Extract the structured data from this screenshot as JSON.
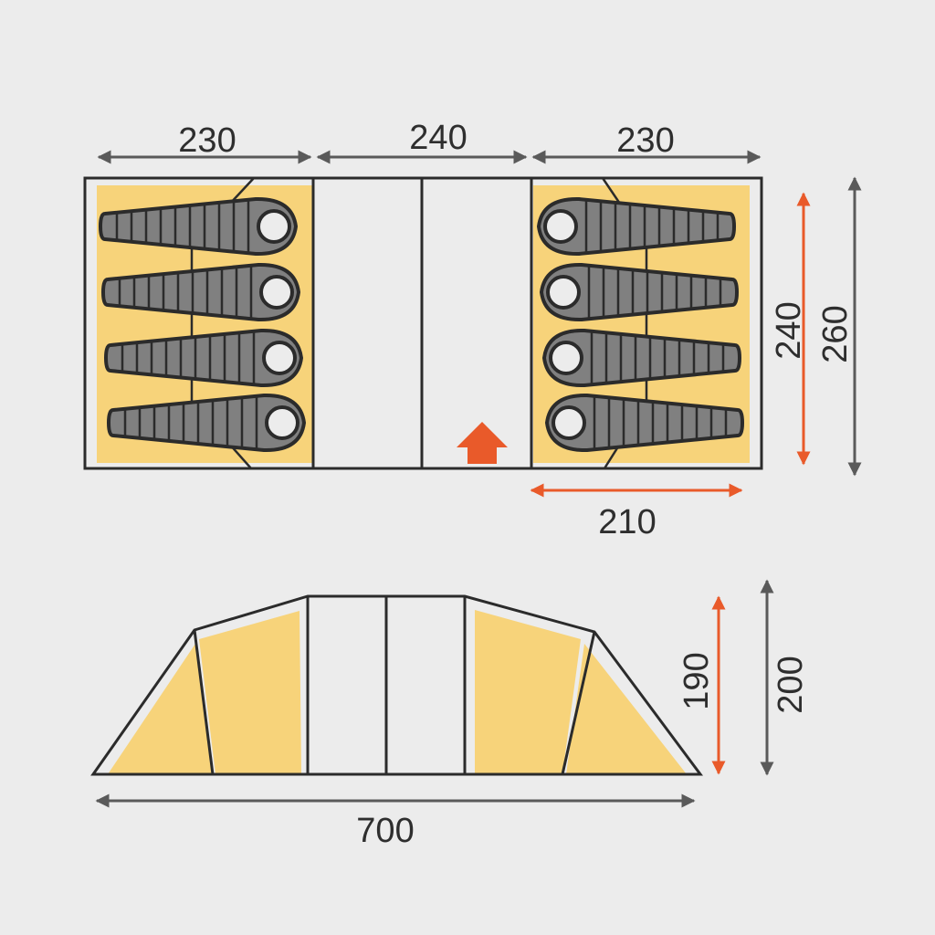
{
  "diagram": {
    "type": "tent-floor-plan-and-side-elevation",
    "colors": {
      "background": "#ececec",
      "bedroom_fill": "#f7d37a",
      "sleeping_bag": "#808080",
      "outline": "#2b2b2b",
      "accent_dimension": "#e95a2a",
      "dimension": "#5a5a5a",
      "living_area": "#ececec"
    },
    "floor_plan": {
      "dimensions": {
        "left_bedroom_width": "230",
        "living_area_width": "240",
        "right_bedroom_width": "230",
        "inner_height": "240",
        "outer_height": "260",
        "inner_bedroom_width": "210"
      },
      "bedrooms": [
        {
          "side": "left",
          "sleeping_bags": 4
        },
        {
          "side": "right",
          "sleeping_bags": 4
        }
      ],
      "entrance_marker": "entrance-arrow"
    },
    "side_elevation": {
      "dimensions": {
        "total_length": "700",
        "inner_height": "190",
        "outer_height": "200"
      }
    }
  }
}
